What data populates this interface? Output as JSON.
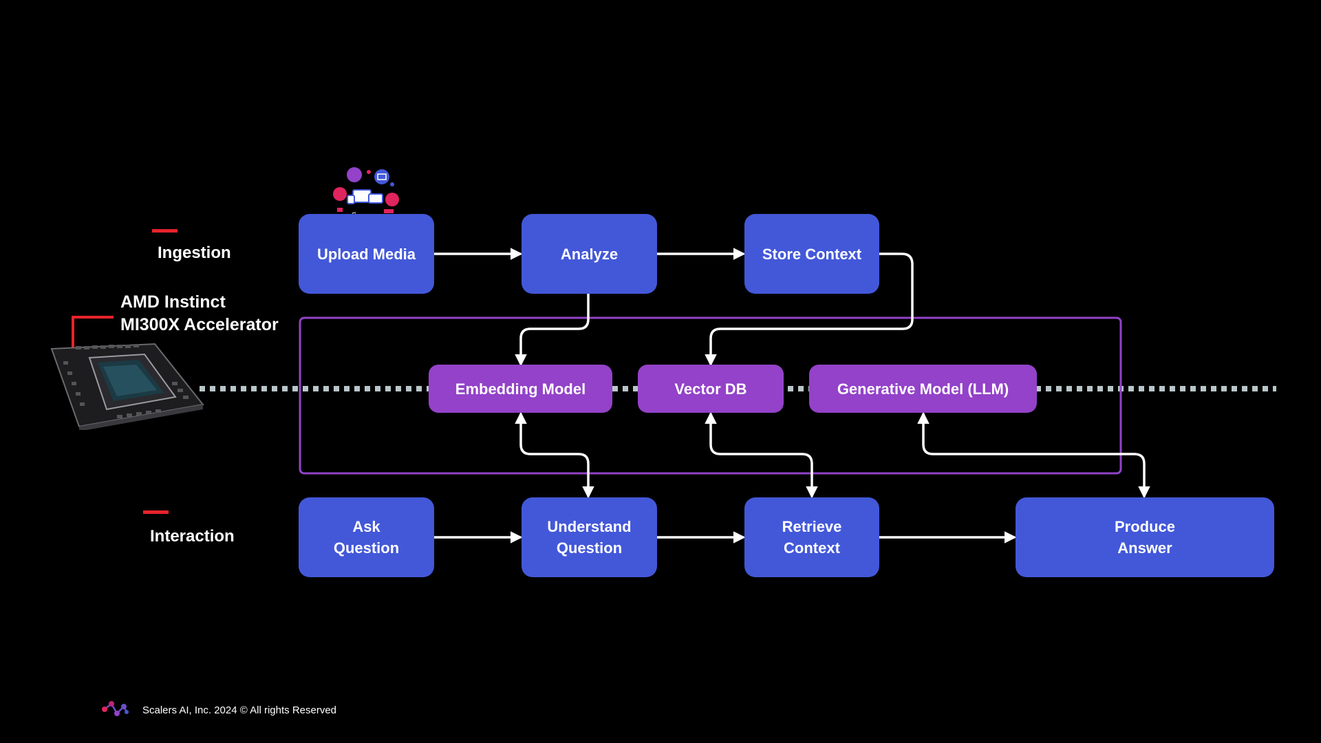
{
  "sections": {
    "ingestion": "Ingestion",
    "interaction": "Interaction"
  },
  "accelerator": {
    "line1": "AMD Instinct",
    "line2": "MI300X Accelerator"
  },
  "ingestion_steps": {
    "upload": "Upload Media",
    "analyze": "Analyze",
    "store": "Store Context"
  },
  "models": {
    "embedding": "Embedding Model",
    "vectordb": "Vector DB",
    "llm": "Generative Model (LLM)"
  },
  "interaction_steps": {
    "ask": "Ask\nQuestion",
    "understand": "Understand\nQuestion",
    "retrieve": "Retrieve\nContext",
    "answer": "Produce\nAnswer"
  },
  "footer": {
    "text": "Scalers AI, Inc. 2024 © All rights Reserved"
  },
  "colors": {
    "step_box": "#4358d8",
    "model_box": "#9342c9",
    "accent_red": "#e8232b",
    "dotted_line": "#b9c6c9",
    "frame": "#9342c9"
  },
  "icons": [
    "media-icons-cluster",
    "gpu-accelerator-image",
    "scalers-ai-logo"
  ]
}
